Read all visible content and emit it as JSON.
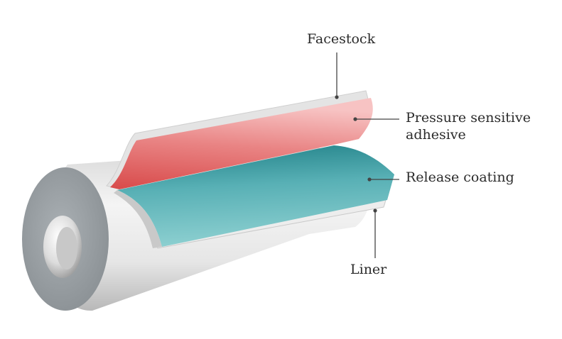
{
  "labels": {
    "facestock": "Facestock",
    "pressure_sensitive_line1": "Pressure sensitive",
    "pressure_sensitive_line2": "adhesive",
    "release_coating": "Release coating",
    "liner": "Liner"
  },
  "colors": {
    "facestock": "#e7e7e7",
    "adhesive": "#e07a7a",
    "release_coating": "#3f9ea4",
    "liner": "#ececec",
    "roll_end": "#9da3a7",
    "leader_line": "#444444"
  }
}
